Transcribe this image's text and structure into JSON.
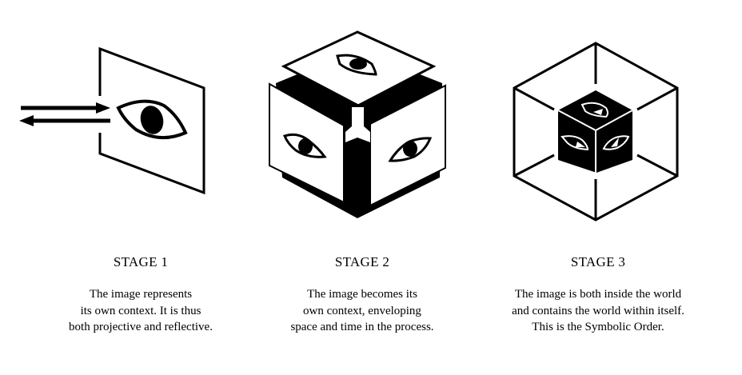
{
  "colors": {
    "ink": "#000000",
    "paper": "#ffffff"
  },
  "stages": [
    {
      "title": "STAGE 1",
      "lines": [
        "The image represents",
        "its own context. It is thus",
        "both projective and reflective."
      ]
    },
    {
      "title": "STAGE 2",
      "lines": [
        "The image becomes its",
        "own context, enveloping",
        "space and time in the process."
      ]
    },
    {
      "title": "STAGE 3",
      "lines": [
        "The image is both inside the world",
        "and contains the world within itself.",
        "This is the Symbolic Order."
      ]
    }
  ]
}
